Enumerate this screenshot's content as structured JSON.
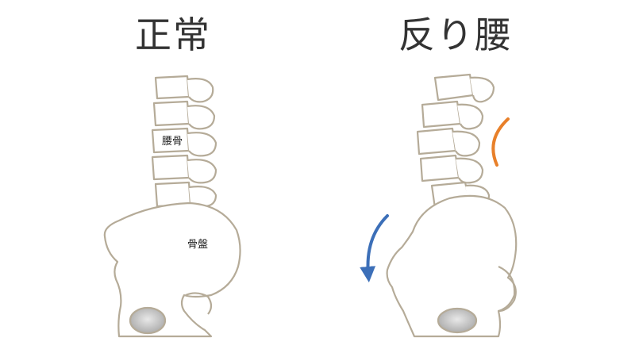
{
  "titles": {
    "normal": "正常",
    "sway_back": "反り腰"
  },
  "labels": {
    "lumbar": "腰骨",
    "pelvis": "骨盤"
  },
  "colors": {
    "bone_outline": "#b5ab98",
    "bone_fill": "#ffffff",
    "hip_socket": "#c8c8c8",
    "text": "#333333",
    "curve_arrow_orange": "#e8802a",
    "tilt_arrow_blue": "#3c6fb8"
  }
}
